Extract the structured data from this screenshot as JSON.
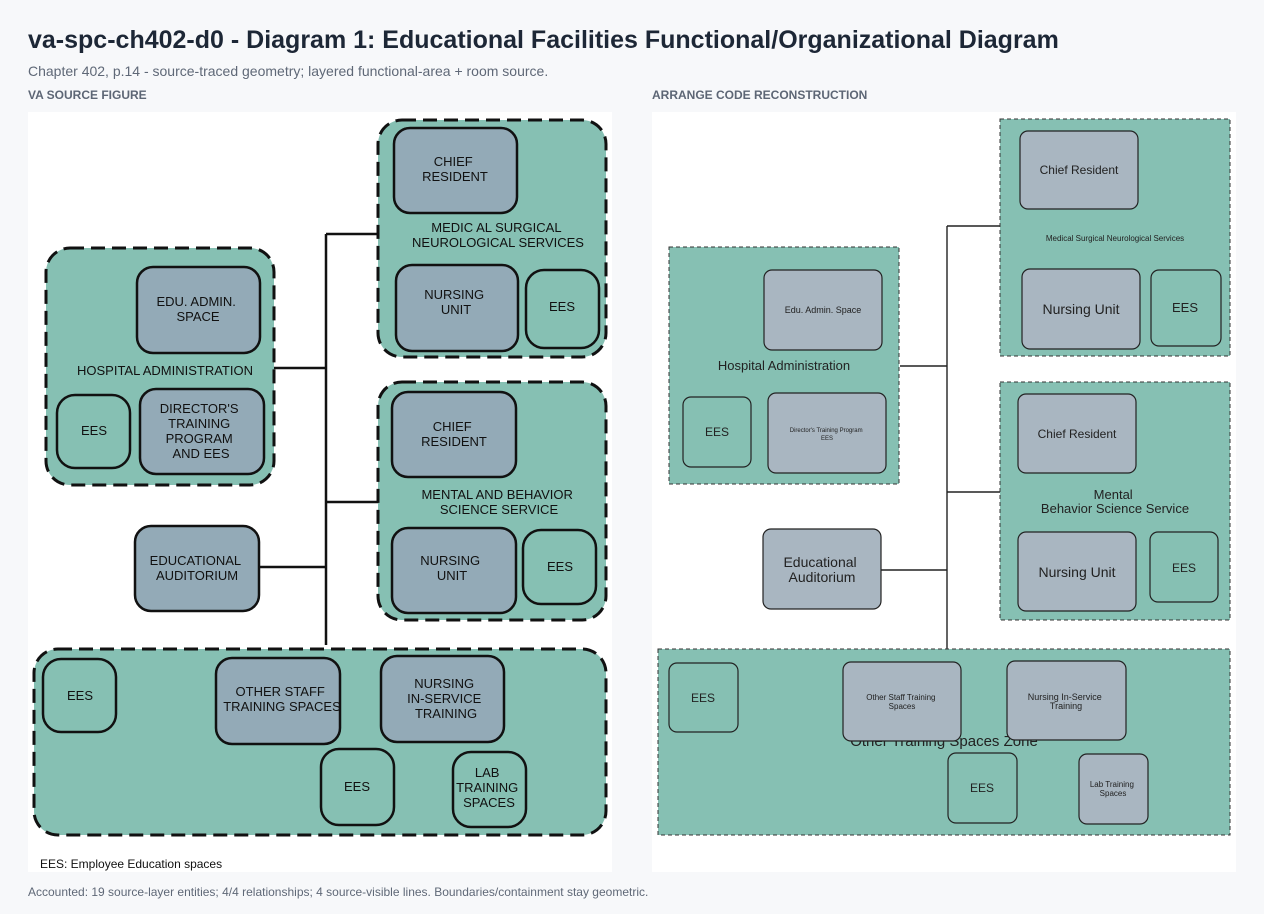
{
  "header": {
    "title": "va-spc-ch402-d0 - Diagram 1: Educational Facilities Functional/Organizational Diagram",
    "subtitle": "Chapter 402, p.14 - source-traced geometry; layered functional-area + room source."
  },
  "panels": {
    "source_label": "VA SOURCE FIGURE",
    "reconstruction_label": "ARRANGE CODE RECONSTRUCTION"
  },
  "colors": {
    "zone_fill": "#86c0b3",
    "room_fill": "#93aab7",
    "recon_room_fill": "#a9b6c1",
    "line": "#111111"
  },
  "source": {
    "chief_resident_1": [
      "CHIEF",
      "RESIDENT"
    ],
    "medsurg_zone": [
      "MEDIC AL SURGICAL",
      "NEUROLOGICAL SERVICES"
    ],
    "nursing_unit_1": [
      "NURSING",
      "UNIT"
    ],
    "ees_1": "EES",
    "edu_admin": [
      "EDU. ADMIN.",
      "SPACE"
    ],
    "hospital_admin_zone": "HOSPITAL ADMINISTRATION",
    "ees_2": "EES",
    "directors_training": [
      "DIRECTOR'S",
      "TRAINING",
      "PROGRAM",
      "AND EES"
    ],
    "chief_resident_2": [
      "CHIEF",
      "RESIDENT"
    ],
    "mental_zone": [
      "MENTAL AND BEHAVIOR",
      "SCIENCE SERVICE"
    ],
    "nursing_unit_2": [
      "NURSING",
      "UNIT"
    ],
    "ees_3": "EES",
    "auditorium": [
      "EDUCATIONAL",
      "AUDITORIUM"
    ],
    "ees_4": "EES",
    "other_staff": [
      "OTHER  STAFF",
      "TRAINING SPACES"
    ],
    "nursing_inservice": [
      "NURSING",
      "IN-SERVICE",
      "TRAINING"
    ],
    "ees_5": "EES",
    "lab_training": [
      "LAB",
      "TRAINING",
      "SPACES"
    ],
    "legend": "EES: Employee Education spaces"
  },
  "reconstruction": {
    "chief_resident_1": "Chief Resident",
    "medsurg_zone": "Medical Surgical Neurological Services",
    "nursing_unit_1": "Nursing Unit",
    "ees_1": "EES",
    "edu_admin": "Edu. Admin. Space",
    "hospital_admin_zone": "Hospital Administration",
    "ees_2": "EES",
    "directors_training": [
      "Director's Training Program",
      "EES"
    ],
    "chief_resident_2": "Chief Resident",
    "mental_zone": [
      "Mental",
      "Behavior Science Service"
    ],
    "nursing_unit_2": "Nursing Unit",
    "ees_3": "EES",
    "auditorium": [
      "Educational",
      "Auditorium"
    ],
    "ees_4": "EES",
    "other_staff": [
      "Other Staff Training",
      "Spaces"
    ],
    "nursing_inservice": [
      "Nursing In-Service",
      "Training"
    ],
    "other_zone": "Other Training Spaces Zone",
    "ees_5": "EES",
    "lab_training": [
      "Lab Training",
      "Spaces"
    ]
  },
  "footer": "Accounted: 19 source-layer entities; 4/4 relationships; 4 source-visible lines. Boundaries/containment stay geometric."
}
